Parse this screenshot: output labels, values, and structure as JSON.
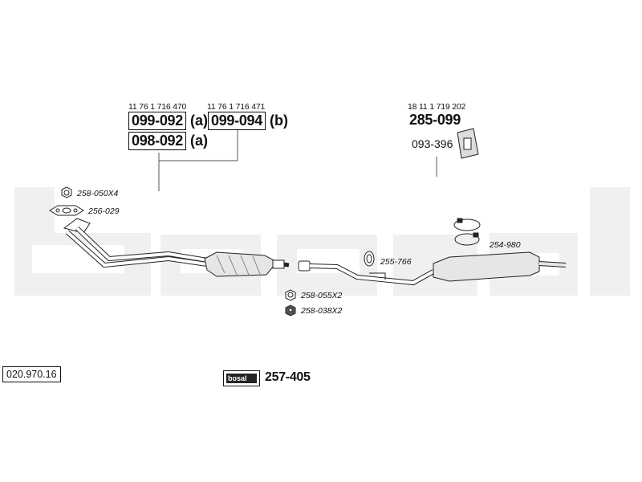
{
  "diagram": {
    "watermark": "bosal",
    "reference_code": "020.970.16",
    "oe_numbers": {
      "left_a": "11 76 1 716 470",
      "left_b": "11 76 1 716 471",
      "right": "18 11 1 719 202"
    },
    "parts": {
      "front_a": {
        "number": "099-092",
        "suffix": "(a)"
      },
      "front_b": {
        "number": "099-094",
        "suffix": "(b)"
      },
      "front_a2": {
        "number": "098-092",
        "suffix": "(a)"
      },
      "rear_main": "285-099",
      "rear_mount": "093-396"
    },
    "small_parts": {
      "nut_front": "258-050X4",
      "gasket_front": "256-029",
      "ring_mid": "255-766",
      "clamp_rear": "254-980",
      "bolt_mid": "258-055X2",
      "nut_mid": "258-038X2"
    },
    "kit": {
      "logo_text": "bosal",
      "number": "257-405"
    }
  }
}
